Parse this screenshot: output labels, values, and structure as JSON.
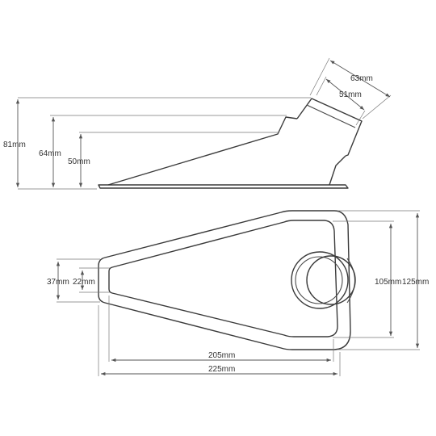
{
  "dimensions": {
    "side_total_height": "81mm",
    "side_mid_height": "64mm",
    "side_low_height": "50mm",
    "outlet_outer": "63mm",
    "outlet_inner": "51mm",
    "plan_outer_depth": "125mm",
    "plan_inner_depth": "105mm",
    "plan_outer_length": "225mm",
    "plan_inner_length": "205mm",
    "tip_outer_width": "37mm",
    "tip_inner_width": "22mm"
  }
}
